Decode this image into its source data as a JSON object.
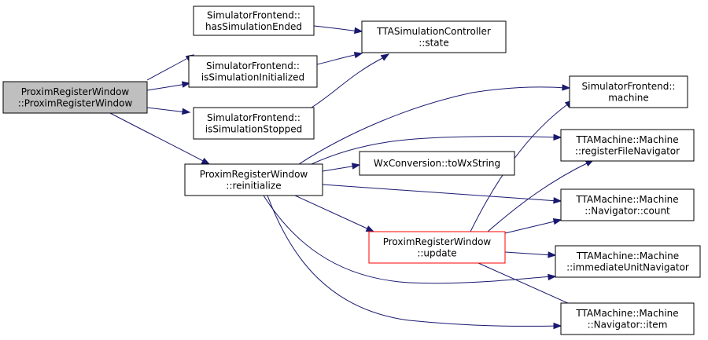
{
  "colors": {
    "edge": "#191970",
    "node_border": "#000000",
    "node_fill": "#ffffff",
    "root_fill": "#bfbfbf",
    "highlight_border": "#ff0000"
  },
  "nodes": [
    {
      "id": "proxim_ctor",
      "lines": [
        "ProximRegisterWindow",
        "::ProximRegisterWindow"
      ],
      "style": "root"
    },
    {
      "id": "has_sim_ended",
      "lines": [
        "SimulatorFrontend::",
        "hasSimulationEnded"
      ],
      "style": "normal"
    },
    {
      "id": "is_sim_init",
      "lines": [
        "SimulatorFrontend::",
        "isSimulationInitialized"
      ],
      "style": "normal"
    },
    {
      "id": "is_sim_stopped",
      "lines": [
        "SimulatorFrontend::",
        "isSimulationStopped"
      ],
      "style": "normal"
    },
    {
      "id": "tta_state",
      "lines": [
        "TTASimulationController",
        "::state"
      ],
      "style": "normal"
    },
    {
      "id": "reinitialize",
      "lines": [
        "ProximRegisterWindow",
        "::reinitialize"
      ],
      "style": "normal"
    },
    {
      "id": "sim_machine",
      "lines": [
        "SimulatorFrontend::",
        "machine"
      ],
      "style": "normal"
    },
    {
      "id": "reg_file_nav",
      "lines": [
        "TTAMachine::Machine",
        "::registerFileNavigator"
      ],
      "style": "normal"
    },
    {
      "id": "to_wx_string",
      "lines": [
        "WxConversion::toWxString"
      ],
      "style": "normal"
    },
    {
      "id": "nav_count",
      "lines": [
        "TTAMachine::Machine",
        "::Navigator::count"
      ],
      "style": "normal"
    },
    {
      "id": "update",
      "lines": [
        "ProximRegisterWindow",
        "::update"
      ],
      "style": "highlight"
    },
    {
      "id": "imm_unit_nav",
      "lines": [
        "TTAMachine::Machine",
        "::immediateUnitNavigator"
      ],
      "style": "normal"
    },
    {
      "id": "nav_item",
      "lines": [
        "TTAMachine::Machine",
        "::Navigator::item"
      ],
      "style": "normal"
    }
  ],
  "edges": [
    {
      "from": "proxim_ctor",
      "to": "has_sim_ended"
    },
    {
      "from": "proxim_ctor",
      "to": "is_sim_init"
    },
    {
      "from": "proxim_ctor",
      "to": "is_sim_stopped"
    },
    {
      "from": "proxim_ctor",
      "to": "reinitialize"
    },
    {
      "from": "has_sim_ended",
      "to": "tta_state"
    },
    {
      "from": "is_sim_init",
      "to": "tta_state"
    },
    {
      "from": "is_sim_stopped",
      "to": "tta_state"
    },
    {
      "from": "reinitialize",
      "to": "sim_machine"
    },
    {
      "from": "reinitialize",
      "to": "reg_file_nav"
    },
    {
      "from": "reinitialize",
      "to": "to_wx_string"
    },
    {
      "from": "reinitialize",
      "to": "nav_count"
    },
    {
      "from": "reinitialize",
      "to": "update"
    },
    {
      "from": "reinitialize",
      "to": "imm_unit_nav"
    },
    {
      "from": "reinitialize",
      "to": "nav_item"
    },
    {
      "from": "update",
      "to": "sim_machine"
    },
    {
      "from": "update",
      "to": "reg_file_nav"
    },
    {
      "from": "update",
      "to": "nav_count"
    },
    {
      "from": "update",
      "to": "imm_unit_nav"
    },
    {
      "from": "update",
      "to": "nav_item"
    }
  ]
}
